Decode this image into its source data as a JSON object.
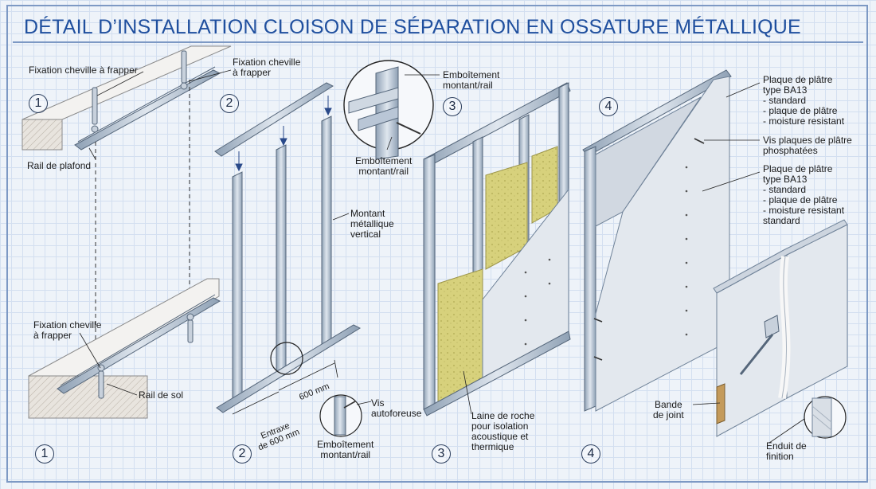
{
  "title": "DÉTAIL D’INSTALLATION CLOISON DE SÉPARATION EN OSSATURE MÉTALLIQUE",
  "steps": {
    "n1": "1",
    "n2": "2",
    "n3": "3",
    "n4": "4"
  },
  "labels": {
    "fixation_top_left": "Fixation cheville à frapper",
    "fixation_top_right": "Fixation cheville\nà frapper",
    "rail_plafond": "Rail de plafond",
    "fixation_bottom": "Fixation cheville\nà frapper",
    "rail_sol": "Rail de sol",
    "montant": "Montant\nmétallique\nvertical",
    "entraxe": "Entraxe\nde 600 mm",
    "dim_600": "600 mm",
    "vis_autoforeuse": "Vis\nautoforeuse",
    "emboitement_bottom": "Emboîtement\nmontant/rail",
    "emboitement_top": "Emboîtement\nmontant/rail",
    "emboitement_mid": "Emboîtement\nmontant/rail",
    "laine": "Laine de roche\npour isolation\nacoustique et\nthermique",
    "plaque_1": "Plaque de plâtre\ntype BA13\n- standard\n- plaque de plâtre\n- moisture resistant",
    "vis_plaques": "Vis plaques de plâtre\nphosphatées",
    "plaque_2": "Plaque de plâtre\ntype BA13\n- standard\n- plaque de plâtre\n- moisture resistant\n  standard",
    "bande": "Bande\nde joint",
    "enduit": "Enduit de\nfinition"
  },
  "colors": {
    "title": "#1f4f9e",
    "metal": "#b9c6d6",
    "metal_dark": "#6f8298",
    "board": "#e3e8ee",
    "insulation": "#d7d17c",
    "grid": "#d3dff0"
  }
}
